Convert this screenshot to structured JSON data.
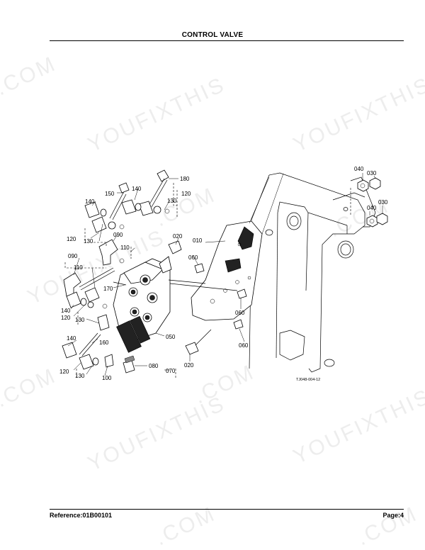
{
  "header": {
    "title": "CONTROL VALVE"
  },
  "footer": {
    "reference": "Reference:01B00101",
    "page": "Page:4"
  },
  "diagram": {
    "drawing_number": "TJ048-004-12",
    "callouts": [
      "180",
      "150",
      "140",
      "120",
      "130",
      "140",
      "120",
      "130",
      "090",
      "110",
      "090",
      "110",
      "170",
      "140",
      "120",
      "130",
      "140",
      "160",
      "120",
      "130",
      "100",
      "020",
      "010",
      "060",
      "060",
      "060",
      "050",
      "080",
      "070",
      "020",
      "040",
      "030",
      "040",
      "030"
    ]
  },
  "watermark": {
    "text_a": "YOUFIXTHIS",
    "text_b": ".COM"
  }
}
